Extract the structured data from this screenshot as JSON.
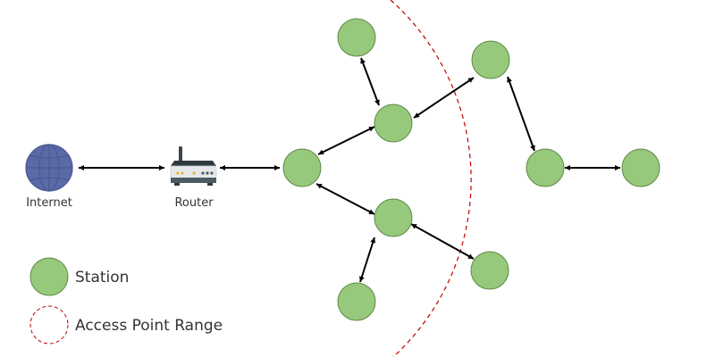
{
  "nodes": {
    "internet": {
      "label": "Internet",
      "icon": "globe-icon"
    },
    "router": {
      "label": "Router",
      "icon": "router-icon"
    }
  },
  "legend": {
    "station": "Station",
    "access_point_range": "Access Point Range"
  },
  "colors": {
    "station_fill": "#97c97c",
    "station_stroke": "#5e8a44",
    "globe": "#5a6aa6",
    "range_line": "#c00000",
    "arrow": "#000000",
    "text": "#333333"
  }
}
